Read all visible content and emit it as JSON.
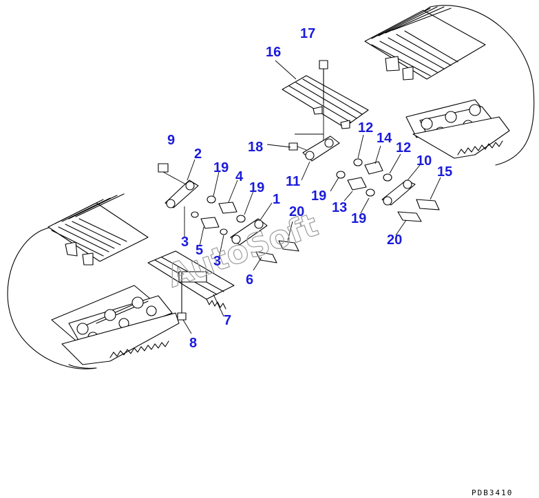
{
  "figure_code": "PDB3410",
  "watermark": "AutoSoft",
  "callouts": [
    {
      "key": "c9",
      "label": "9"
    },
    {
      "key": "c2",
      "label": "2"
    },
    {
      "key": "c19a",
      "label": "19"
    },
    {
      "key": "c4",
      "label": "4"
    },
    {
      "key": "c19b",
      "label": "19"
    },
    {
      "key": "c1",
      "label": "1"
    },
    {
      "key": "c3a",
      "label": "3"
    },
    {
      "key": "c5",
      "label": "5"
    },
    {
      "key": "c3b",
      "label": "3"
    },
    {
      "key": "c20a",
      "label": "20"
    },
    {
      "key": "c6",
      "label": "6"
    },
    {
      "key": "c7",
      "label": "7"
    },
    {
      "key": "c8",
      "label": "8"
    },
    {
      "key": "c17",
      "label": "17"
    },
    {
      "key": "c16",
      "label": "16"
    },
    {
      "key": "c18",
      "label": "18"
    },
    {
      "key": "c11",
      "label": "11"
    },
    {
      "key": "c12a",
      "label": "12"
    },
    {
      "key": "c14",
      "label": "14"
    },
    {
      "key": "c12b",
      "label": "12"
    },
    {
      "key": "c10",
      "label": "10"
    },
    {
      "key": "c15",
      "label": "15"
    },
    {
      "key": "c19c",
      "label": "19"
    },
    {
      "key": "c13",
      "label": "13"
    },
    {
      "key": "c19d",
      "label": "19"
    },
    {
      "key": "c20b",
      "label": "20"
    }
  ]
}
